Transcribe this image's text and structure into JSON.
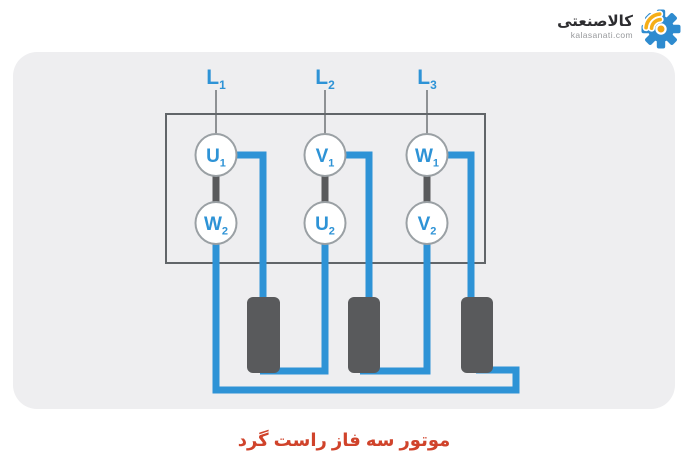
{
  "logo": {
    "brand": "کالاصنعتی",
    "domain": "kalasanati.com",
    "gear_icon_color": "#2e8bcf",
    "accent_color": "#f5ae17"
  },
  "caption": {
    "text": "موتور سه فاز راست گرد",
    "color": "#d0432b"
  },
  "diagram": {
    "colors": {
      "panel_background": "#eeeef0",
      "wire_blue": "#2e93d6",
      "label_blue": "#2e93d6",
      "link_and_coil_gray": "#595a5c",
      "box_border_gray": "#616569"
    },
    "supply_lines": [
      {
        "main": "L",
        "sub": "1"
      },
      {
        "main": "L",
        "sub": "2"
      },
      {
        "main": "L",
        "sub": "3"
      }
    ],
    "terminals_top": [
      {
        "main": "U",
        "sub": "1"
      },
      {
        "main": "V",
        "sub": "1"
      },
      {
        "main": "W",
        "sub": "1"
      }
    ],
    "terminals_bottom": [
      {
        "main": "W",
        "sub": "2"
      },
      {
        "main": "U",
        "sub": "2"
      },
      {
        "main": "V",
        "sub": "2"
      }
    ]
  }
}
